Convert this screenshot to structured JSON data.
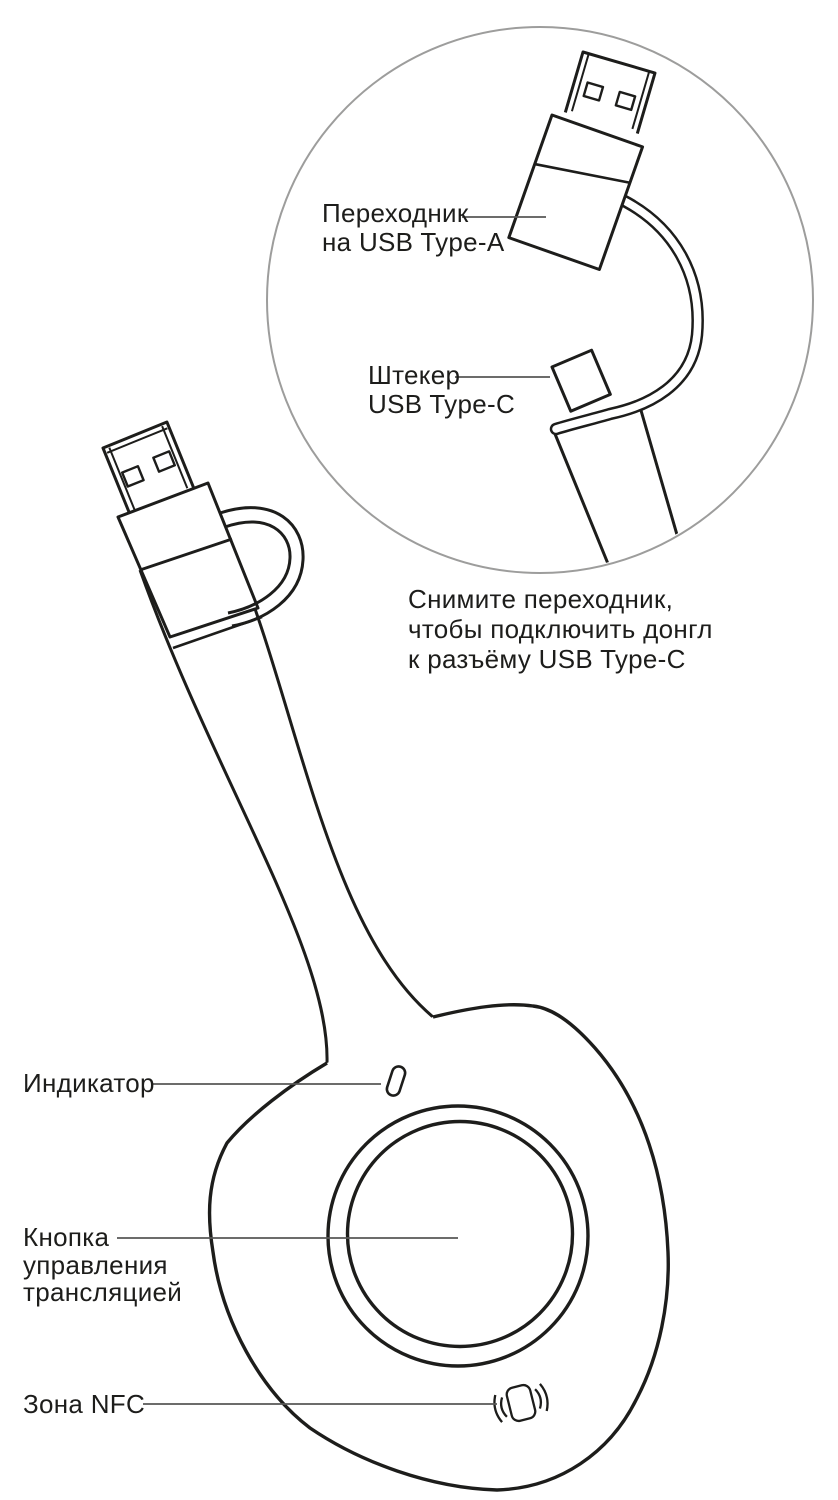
{
  "diagram": {
    "type": "wireless-presentation-dongle-diagram",
    "colors": {
      "outline": "#1d1d1b",
      "inset_circle": "#9d9d9c",
      "leader_line": "#575756",
      "text": "#1d1d1b",
      "background": "#ffffff"
    },
    "icons": {
      "usb_a": "usb-type-a-connector",
      "usb_c": "usb-type-c-plug",
      "indicator": "indicator-slot",
      "nfc": "nfc-contactless-icon"
    },
    "inset": {
      "adapter_label": {
        "line1": "Переходник",
        "line2": "на USB Type-A"
      },
      "plug_label": {
        "line1": "Штекер",
        "line2": "USB Type-C"
      },
      "caption": {
        "line1": "Снимите переходник,",
        "line2": "чтобы подключить донгл",
        "line3": "к разъёму USB Type-C"
      }
    },
    "callouts": {
      "indicator": "Индикатор",
      "button": {
        "line1": "Кнопка",
        "line2": "управления",
        "line3": "трансляцией"
      },
      "nfc": "Зона NFC"
    }
  }
}
